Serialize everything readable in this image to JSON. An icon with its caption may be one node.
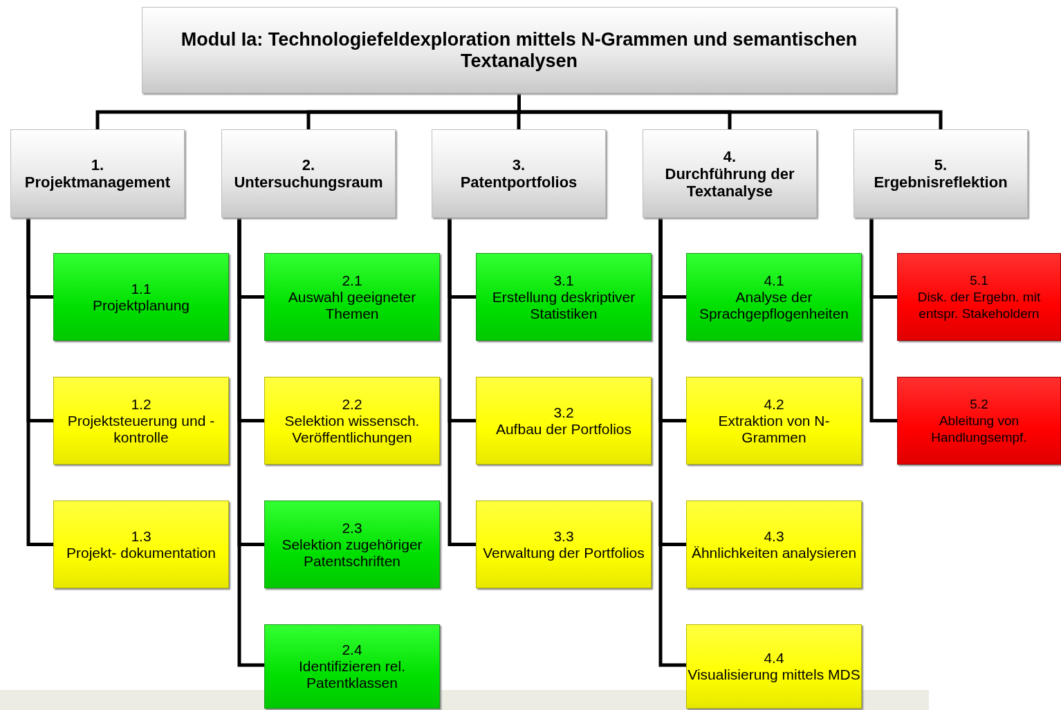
{
  "diagram": {
    "nodes": [
      {
        "text": [
          "Modul Ia: Technologiefeldexploration mittels N-Grammen und semantischen Textanalysen"
        ]
      },
      {
        "text": [
          "1.",
          "Projektmanagement"
        ]
      },
      {
        "text": [
          "2.",
          "Untersuchungsraum"
        ]
      },
      {
        "text": [
          "3.",
          "Patentportfolios"
        ]
      },
      {
        "text": [
          "4.",
          "Durchführung der Textanalyse"
        ]
      },
      {
        "text": [
          "5.",
          "Ergebnisreflektion"
        ]
      },
      {
        "text": [
          "1.1",
          "Projektplanung"
        ]
      },
      {
        "text": [
          "1.2",
          "Projektsteuerung und -kontrolle"
        ]
      },
      {
        "text": [
          "1.3",
          "Projekt- dokumentation"
        ]
      },
      {
        "text": [
          "2.1",
          "Auswahl geeigneter Themen"
        ]
      },
      {
        "text": [
          "2.2",
          "Selektion wissensch. Veröffentlichungen"
        ]
      },
      {
        "text": [
          "2.3",
          "Selektion zugehöriger Patentschriften"
        ]
      },
      {
        "text": [
          "2.4",
          "Identifizieren rel. Patentklassen"
        ]
      },
      {
        "text": [
          "3.1",
          "Erstellung deskriptiver Statistiken"
        ]
      },
      {
        "text": [
          "3.2",
          "Aufbau der Portfolios"
        ]
      },
      {
        "text": [
          "3.3",
          "Verwaltung der Portfolios"
        ]
      },
      {
        "text": [
          "4.1",
          "Analyse der Sprachgepflogenheiten"
        ]
      },
      {
        "text": [
          "4.2",
          "Extraktion von N-Grammen"
        ]
      },
      {
        "text": [
          "4.3",
          "Ähnlichkeiten analysieren"
        ]
      },
      {
        "text": [
          "4.4",
          "Visualisierung mittels MDS"
        ]
      },
      {
        "text": [
          "5.1",
          "Disk. der Ergebn. mit entspr. Stakeholdern"
        ]
      },
      {
        "text": [
          "5.2",
          "Ableitung von Handlungsempf."
        ]
      }
    ],
    "edges": [
      {
        "from": 0,
        "to": 1,
        "arrow": "none"
      },
      {
        "from": 0,
        "to": 2,
        "arrow": "none"
      },
      {
        "from": 0,
        "to": 3,
        "arrow": "none"
      },
      {
        "from": 0,
        "to": 4,
        "arrow": "none"
      },
      {
        "from": 0,
        "to": 5,
        "arrow": "none"
      },
      {
        "from": 1,
        "to": 6,
        "arrow": "none"
      },
      {
        "from": 1,
        "to": 7,
        "arrow": "none"
      },
      {
        "from": 1,
        "to": 8,
        "arrow": "none"
      },
      {
        "from": 2,
        "to": 9,
        "arrow": "none"
      },
      {
        "from": 2,
        "to": 10,
        "arrow": "none"
      },
      {
        "from": 2,
        "to": 11,
        "arrow": "none"
      },
      {
        "from": 2,
        "to": 12,
        "arrow": "none"
      },
      {
        "from": 3,
        "to": 13,
        "arrow": "none"
      },
      {
        "from": 3,
        "to": 14,
        "arrow": "none"
      },
      {
        "from": 3,
        "to": 15,
        "arrow": "none"
      },
      {
        "from": 4,
        "to": 16,
        "arrow": "none"
      },
      {
        "from": 4,
        "to": 17,
        "arrow": "none"
      },
      {
        "from": 4,
        "to": 18,
        "arrow": "none"
      },
      {
        "from": 4,
        "to": 19,
        "arrow": "none"
      },
      {
        "from": 5,
        "to": 20,
        "arrow": "none"
      },
      {
        "from": 5,
        "to": 21,
        "arrow": "none"
      }
    ]
  }
}
